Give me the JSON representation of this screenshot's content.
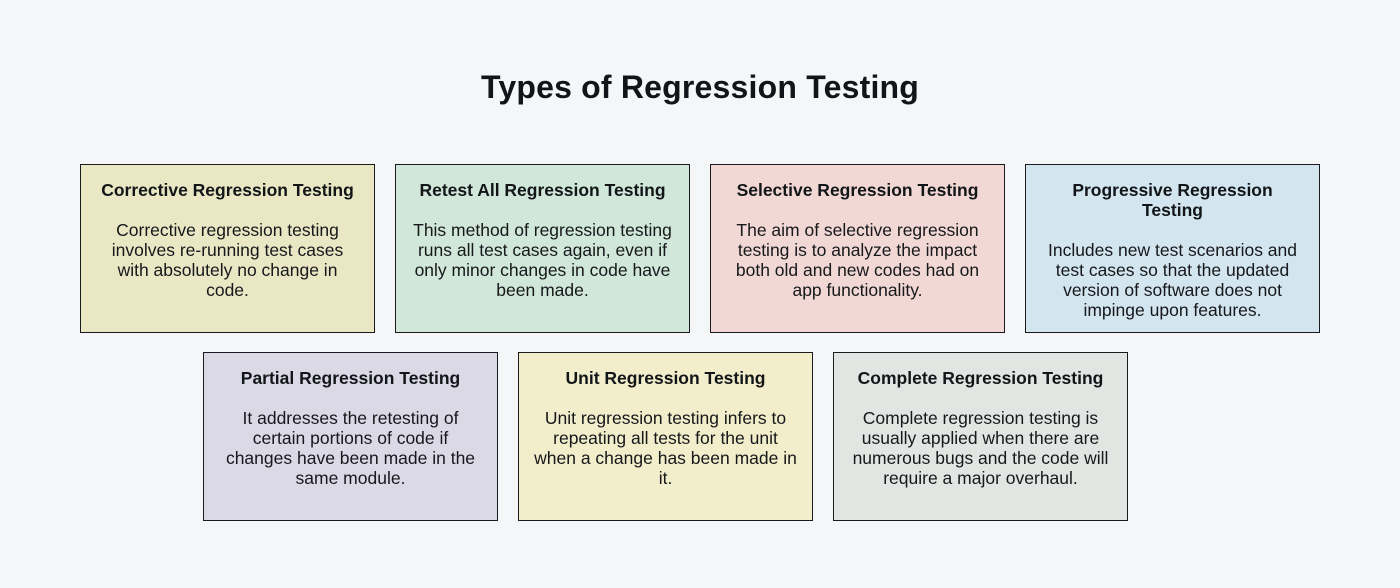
{
  "page": {
    "title": "Types of Regression Testing",
    "background_color": "#f5f6f8",
    "border_color": "#191b1e"
  },
  "cards": [
    {
      "title": "Corrective Regression Testing",
      "body": "Corrective regression testing involves re-running test cases with absolutely no change in code.",
      "color": "#eae7c5"
    },
    {
      "title": "Retest All Regression Testing",
      "body": "This method of regression testing runs all test cases again, even if only minor changes in code have been made.",
      "color": "#d0e7da"
    },
    {
      "title": "Selective Regression Testing",
      "body": "The aim of selective regression testing is to analyze the impact both old and new codes had on app functionality.",
      "color": "#f2d8d5"
    },
    {
      "title": "Progressive Regression Testing",
      "body": "Includes new test scenarios and test cases so that the updated version of software does not impinge upon features.",
      "color": "#d3e5ef"
    },
    {
      "title": "Partial Regression Testing",
      "body": "It addresses the retesting of certain portions of code if changes have been made in the same module.",
      "color": "#dcd9e7"
    },
    {
      "title": "Unit Regression Testing",
      "body": "Unit regression testing infers to repeating all tests for the unit when a change has been made in it.",
      "color": "#f2edca"
    },
    {
      "title": "Complete Regression Testing",
      "body": "Complete regression testing is usually applied when there are numerous bugs and the code will require a major overhaul.",
      "color": "#e3e5e3"
    }
  ]
}
